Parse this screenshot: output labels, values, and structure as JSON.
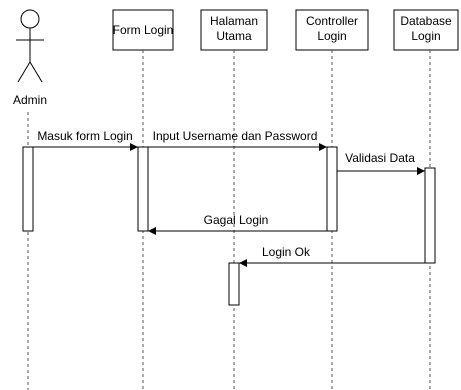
{
  "diagram": {
    "actor": {
      "label": "Admin"
    },
    "participants": [
      {
        "id": "form_login",
        "lines": [
          "Form Login"
        ]
      },
      {
        "id": "halaman_utama",
        "lines": [
          "Halaman",
          "Utama"
        ]
      },
      {
        "id": "controller_login",
        "lines": [
          "Controller",
          "Login"
        ]
      },
      {
        "id": "database_login",
        "lines": [
          "Database",
          "Login"
        ]
      }
    ],
    "messages": [
      {
        "id": "msg1",
        "from": "admin",
        "to": "form_login",
        "label": "Masuk form Login"
      },
      {
        "id": "msg2",
        "from": "form_login",
        "to": "controller_login",
        "label": "Input Username dan Password"
      },
      {
        "id": "msg3",
        "from": "controller_login",
        "to": "database_login",
        "label": "Validasi Data"
      },
      {
        "id": "msg4",
        "from": "controller_login",
        "to": "form_login",
        "label": "Gagal Login"
      },
      {
        "id": "msg5",
        "from": "database_login",
        "to": "halaman_utama",
        "label": "Login Ok"
      }
    ]
  },
  "colors": {
    "line": "#000000",
    "lifeline": "#555555",
    "box_fill": "#ffffff"
  }
}
